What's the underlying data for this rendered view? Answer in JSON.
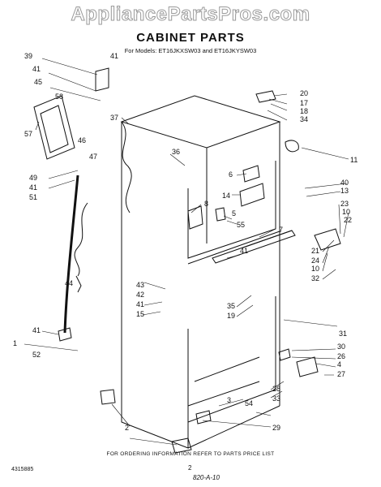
{
  "header": {
    "watermark": "AppliancePartsPros.com",
    "title": "CABINET PARTS",
    "models": "For Models: ET16JKXSW03 and ET16JKYSW03"
  },
  "callouts": [
    "39",
    "41",
    "41",
    "45",
    "58",
    "57",
    "46",
    "47",
    "49",
    "41",
    "51",
    "44",
    "41",
    "52",
    "1",
    "37",
    "36",
    "6",
    "14",
    "8",
    "5",
    "55",
    "7",
    "41",
    "43",
    "42",
    "41",
    "15",
    "35",
    "19",
    "20",
    "17",
    "18",
    "34",
    "11",
    "40",
    "13",
    "23",
    "10",
    "22",
    "21",
    "24",
    "10",
    "32",
    "31",
    "30",
    "26",
    "4",
    "27",
    "28",
    "33",
    "29",
    "54",
    "3",
    "2"
  ],
  "footer": {
    "part_number": "4315885",
    "ordering_note": "FOR ORDERING INFORMATION REFER TO PARTS PRICE LIST",
    "page": "2",
    "code": "820-A-10"
  },
  "colors": {
    "line": "#111111",
    "watermark_outline": "#9a9a9a"
  }
}
